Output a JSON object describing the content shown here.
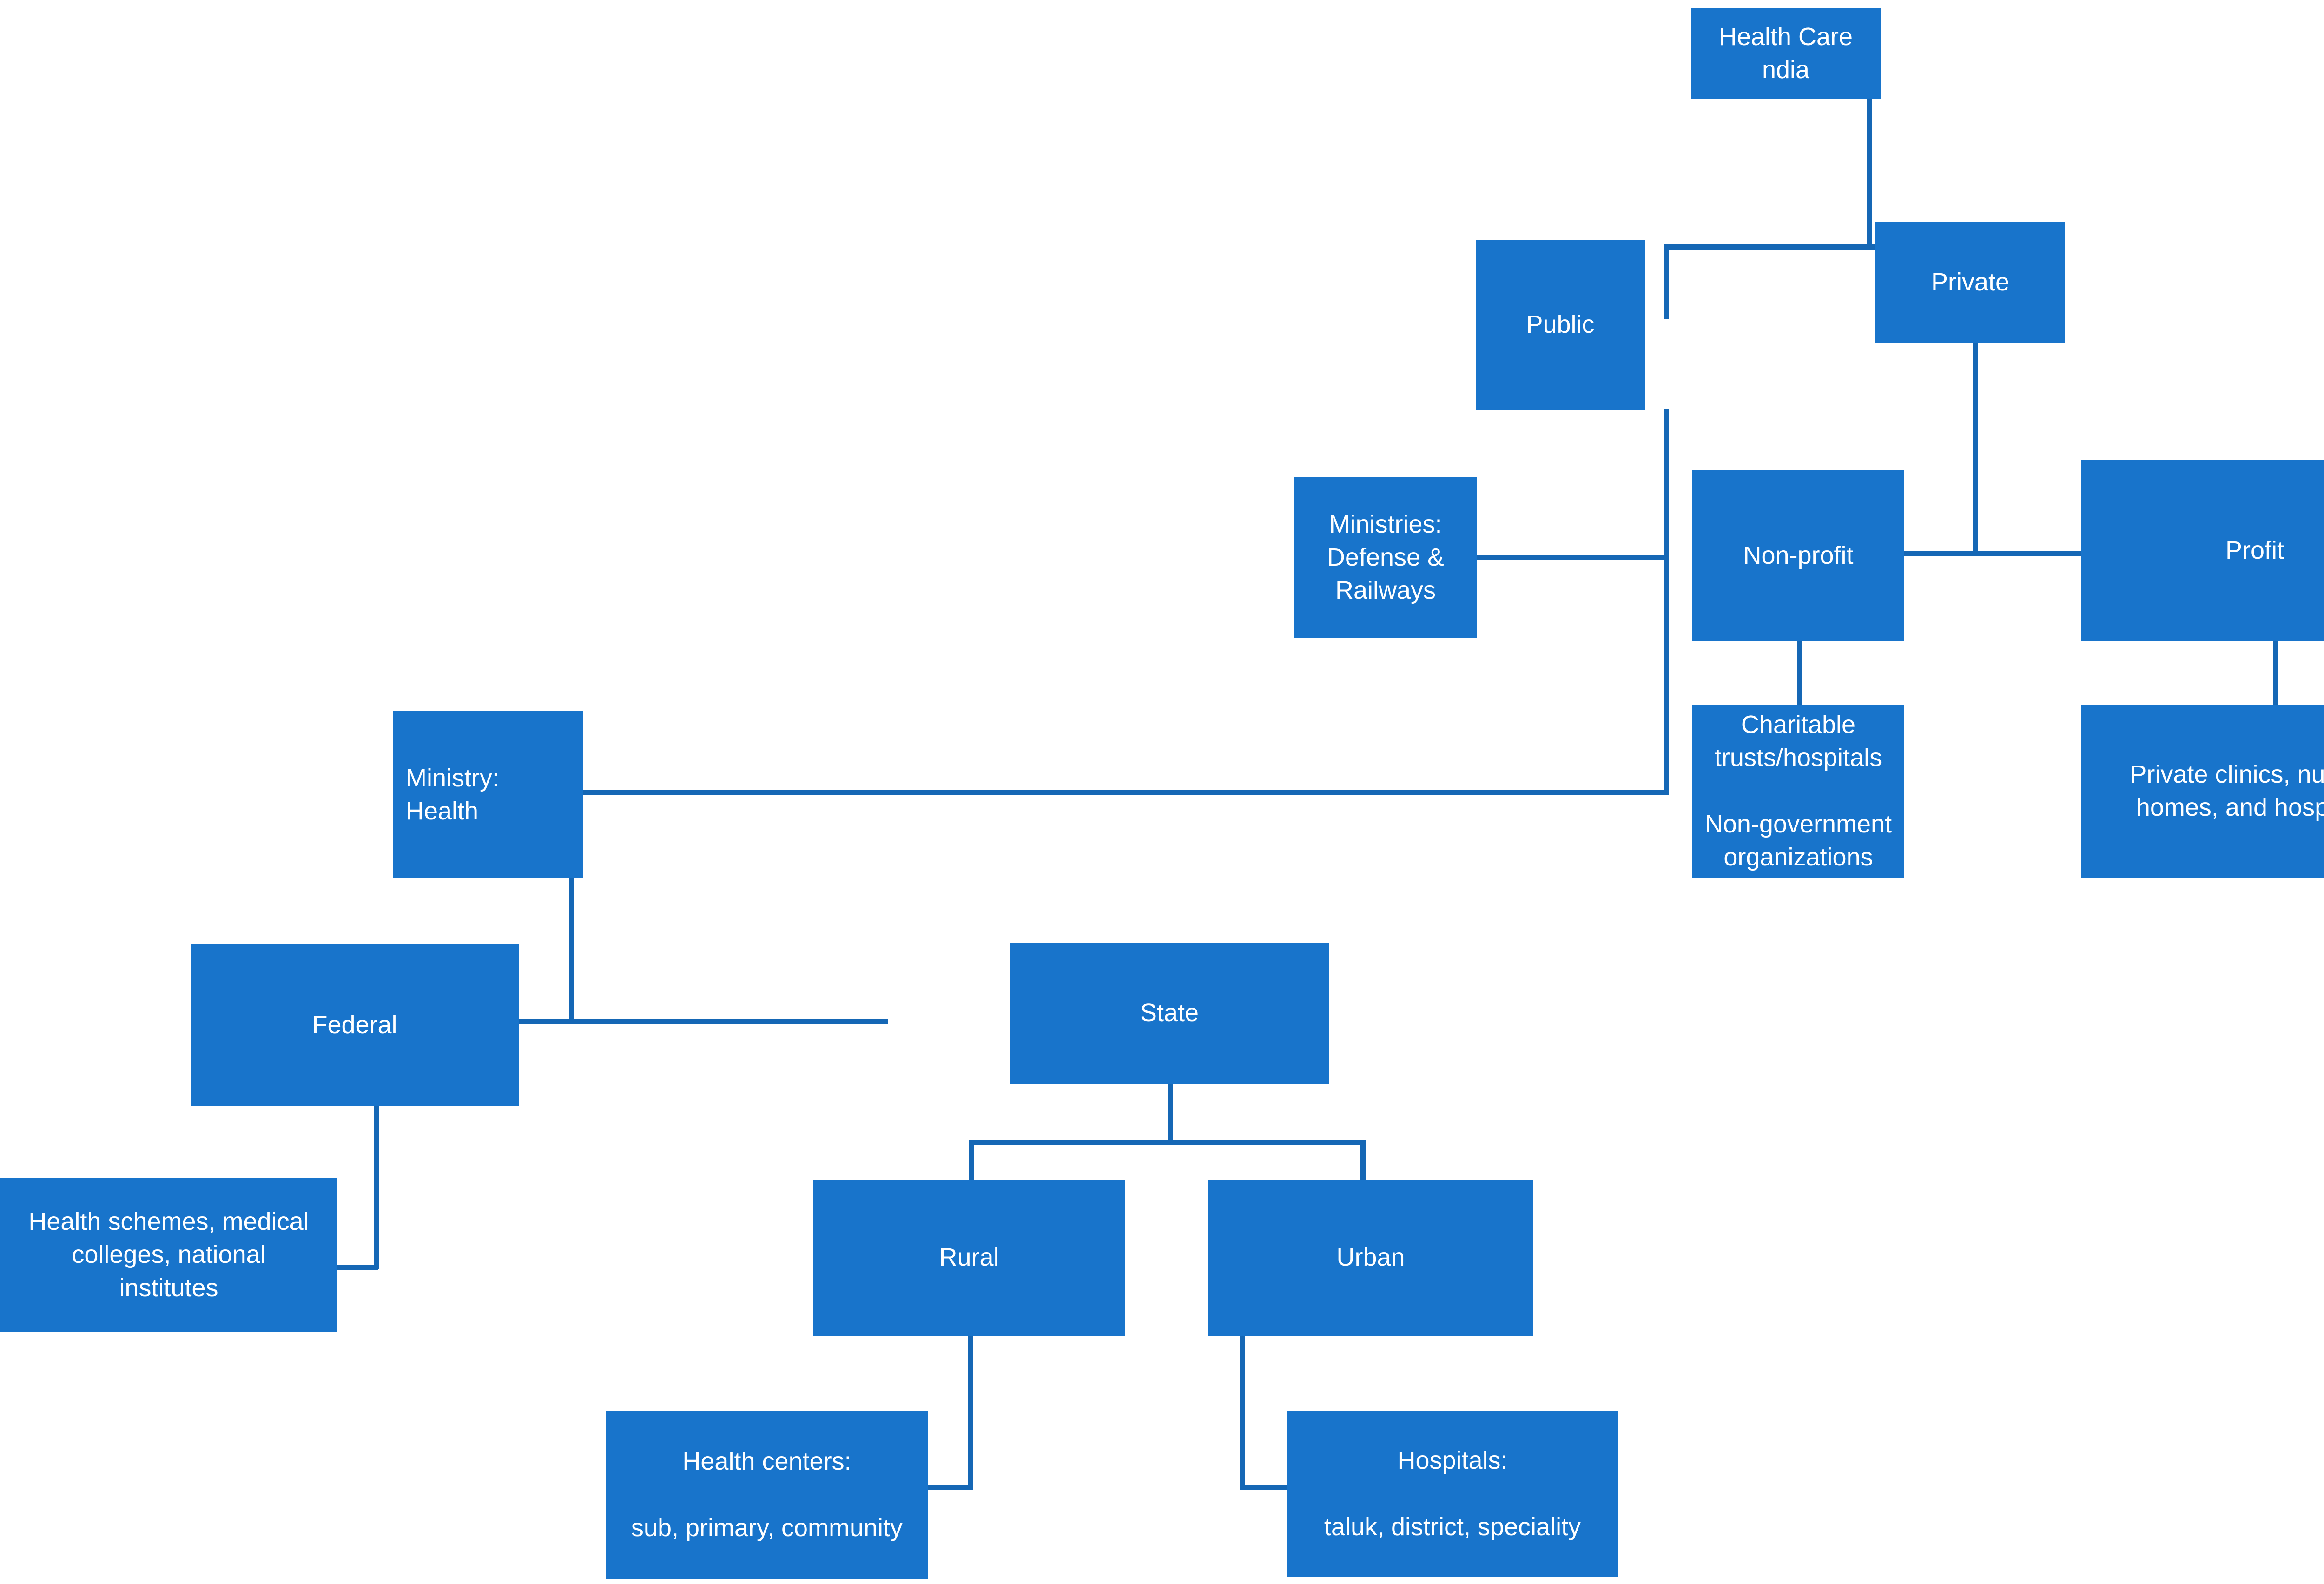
{
  "diagram": {
    "title_text": "Health Care ndia",
    "type": "organizational-hierarchy",
    "accent_color": "#1874CB",
    "connector_color": "#1567B5",
    "text_color": "#FFFFFF",
    "background_color": "#FFFFFF"
  },
  "nodes": {
    "root": {
      "label": "Health Care ndia"
    },
    "public": {
      "label": "Public"
    },
    "private": {
      "label": "Private"
    },
    "ministries_defense_railways": {
      "label": "Ministries: Defense &\nRailways"
    },
    "non_profit": {
      "label": "Non-profit"
    },
    "profit": {
      "label": "Profit"
    },
    "charitable": {
      "label": "Charitable\ntrusts/hospitals\n\nNon-government\norganizations"
    },
    "private_clinics": {
      "label": "Private clinics, nursing\nhomes, and hospitals"
    },
    "ministry_health": {
      "label": "Ministry: Health"
    },
    "federal": {
      "label": "Federal"
    },
    "state": {
      "label": "State"
    },
    "health_schemes": {
      "label": "Health schemes, medical\ncolleges, national\ninstitutes"
    },
    "rural": {
      "label": "Rural"
    },
    "urban": {
      "label": "Urban"
    },
    "health_centers": {
      "label": "Health centers:\n\nsub, primary, community"
    },
    "hospitals": {
      "label": "Hospitals:\n\ntaluk, district, speciality"
    }
  },
  "edges": [
    {
      "from": "root",
      "to": "public"
    },
    {
      "from": "root",
      "to": "private"
    },
    {
      "from": "public",
      "to": "ministries_defense_railways"
    },
    {
      "from": "public",
      "to": "ministry_health"
    },
    {
      "from": "private",
      "to": "non_profit"
    },
    {
      "from": "private",
      "to": "profit"
    },
    {
      "from": "non_profit",
      "to": "charitable"
    },
    {
      "from": "profit",
      "to": "private_clinics"
    },
    {
      "from": "ministry_health",
      "to": "federal"
    },
    {
      "from": "ministry_health",
      "to": "state"
    },
    {
      "from": "federal",
      "to": "health_schemes"
    },
    {
      "from": "state",
      "to": "rural"
    },
    {
      "from": "state",
      "to": "urban"
    },
    {
      "from": "rural",
      "to": "health_centers"
    },
    {
      "from": "urban",
      "to": "hospitals"
    }
  ]
}
